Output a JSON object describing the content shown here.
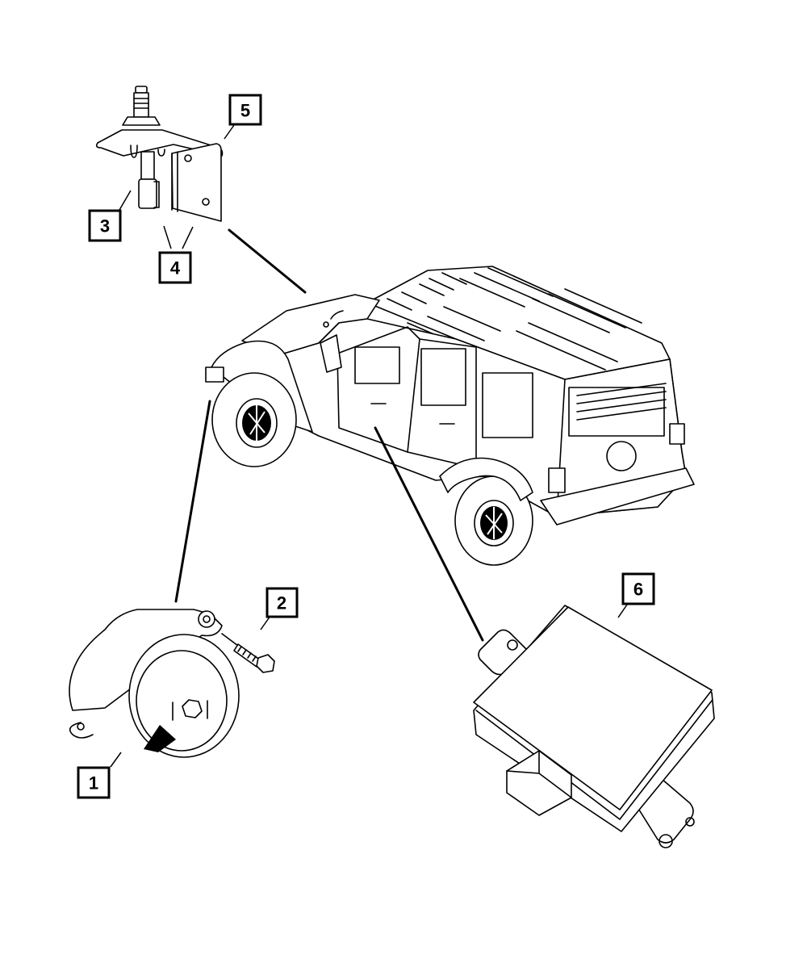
{
  "diagram": {
    "title": "",
    "background": "#ffffff",
    "line_color": "#000000",
    "callouts": [
      {
        "id": "1",
        "label": "1",
        "part": "siren-horn-assembly"
      },
      {
        "id": "2",
        "label": "2",
        "part": "bolt"
      },
      {
        "id": "3",
        "label": "3",
        "part": "hood-ajar-switch"
      },
      {
        "id": "4",
        "label": "4",
        "part": "fasteners"
      },
      {
        "id": "5",
        "label": "5",
        "part": "bracket"
      },
      {
        "id": "6",
        "label": "6",
        "part": "alarm-control-module"
      }
    ],
    "vehicle": "jeep-4-door-suv-rear-three-quarter-view"
  }
}
